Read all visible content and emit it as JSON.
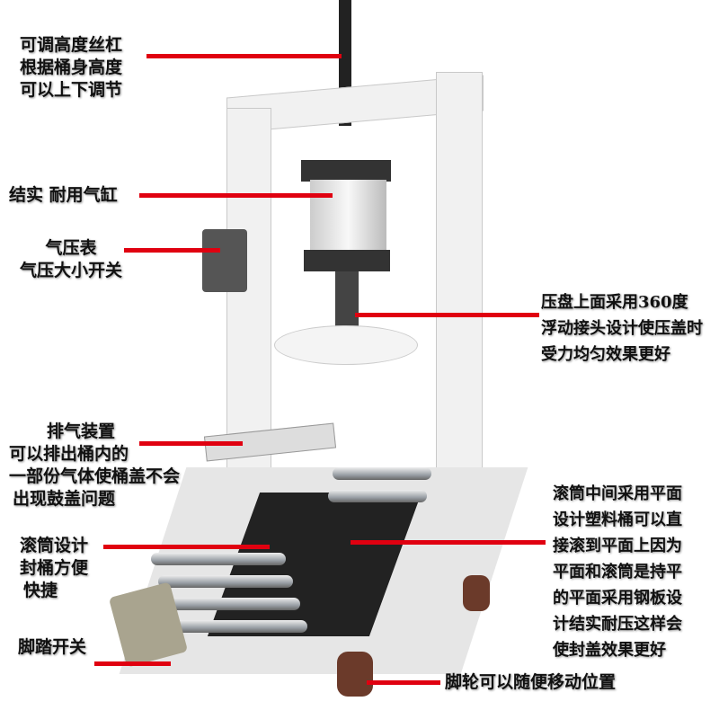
{
  "callouts": {
    "lead_screw": [
      "可调高度丝杠",
      "根据桶身高度",
      "可以上下调节"
    ],
    "cylinder": [
      "结实 耐用气缸"
    ],
    "pressure_gauge": [
      "气压表",
      "气压大小开关"
    ],
    "pressure_plate": [
      "压盘上面采用360度",
      "浮动接头设计使压盖时",
      "受力均匀效果更好"
    ],
    "exhaust": [
      "排气装置",
      "可以排出桶内的",
      "一部份气体使桶盖不会",
      "出现鼓盖问题"
    ],
    "flat_plate": [
      "滚筒中间采用平面",
      "设计塑料桶可以直",
      "接滚到平面上因为",
      "平面和滚筒是持平",
      "的平面采用钢板设",
      "计结实耐压这样会",
      "使封盖效果更好"
    ],
    "roller": [
      "滚筒设计",
      "封桶方便",
      "快捷"
    ],
    "foot_switch": [
      "脚踏开关"
    ],
    "caster": [
      "脚轮可以随便移动位置"
    ]
  },
  "colors": {
    "callout_line": "#e00010",
    "frame": "#f1f1f1",
    "hose": "#f07a2a",
    "mat": "#222222"
  }
}
